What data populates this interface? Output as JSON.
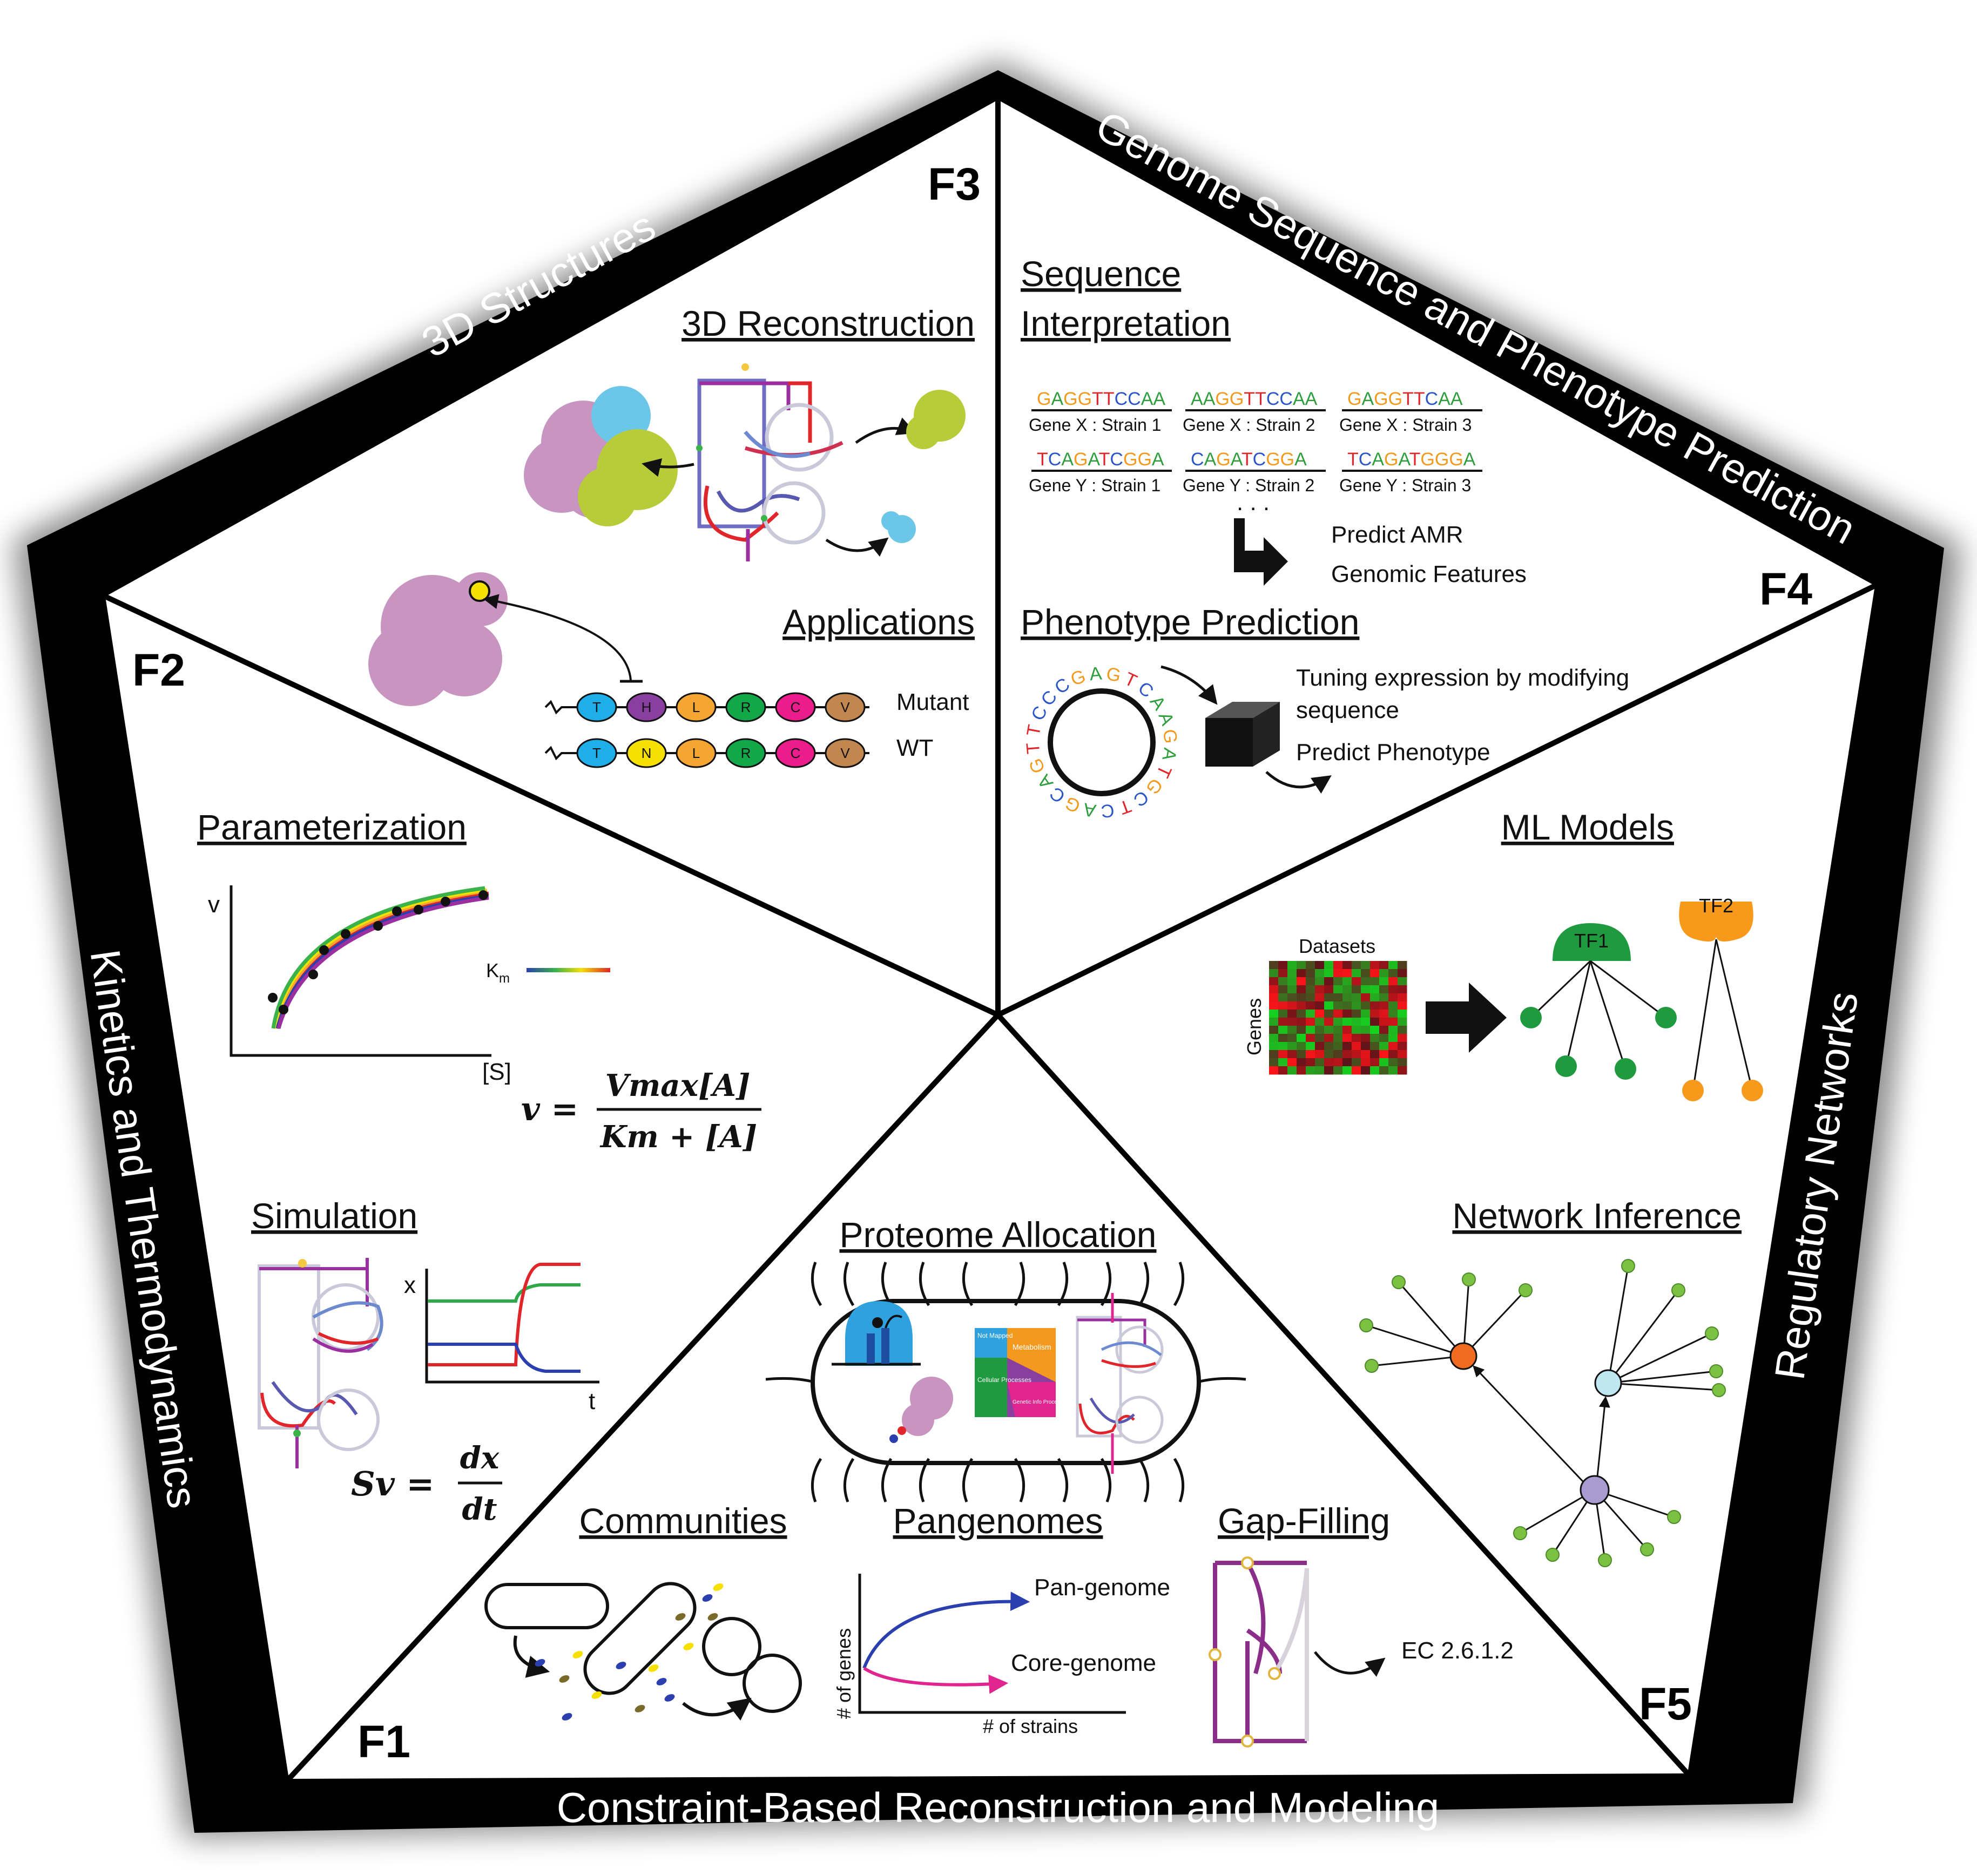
{
  "bands": {
    "top_left": "3D Structures",
    "top_right": "Genome Sequence and Phenotype Prediction",
    "right": "Regulatory Networks",
    "bottom": "Constraint-Based Reconstruction and Modeling",
    "left": "Kinetics and Thermodynamics"
  },
  "fields": {
    "f1": "F1",
    "f2": "F2",
    "f3": "F3",
    "f4": "F4",
    "f5": "F5"
  },
  "f3": {
    "reconstruction_title": "3D Reconstruction",
    "applications_title": "Applications",
    "mutant_label": "Mutant",
    "wt_label": "WT",
    "mutant_residues": [
      "T",
      "H",
      "L",
      "R",
      "C",
      "V"
    ],
    "wt_residues": [
      "T",
      "N",
      "L",
      "R",
      "C",
      "V"
    ]
  },
  "f4": {
    "seq_title_1": "Sequence",
    "seq_title_2": "Interpretation",
    "sequences": [
      {
        "seq": "GAGGTTCCAA",
        "label": "Gene X : Strain 1"
      },
      {
        "seq": "AAGGTTCCAA",
        "label": "Gene X : Strain 2"
      },
      {
        "seq": "GAGGTTCAA",
        "label": "Gene X : Strain 3"
      },
      {
        "seq": "TCAGATCGGA",
        "label": "Gene Y : Strain 1"
      },
      {
        "seq": "CAGATCGGA",
        "label": "Gene Y : Strain 2"
      },
      {
        "seq": "TCAGATGGGA",
        "label": "Gene Y : Strain 3"
      }
    ],
    "ellipsis": ". . .",
    "predict_amr": "Predict AMR",
    "genomic_features": "Genomic Features",
    "phenotype_title": "Phenotype Prediction",
    "circle_seq": "GAGTCAAGATGCTCAGCAGTTCCC",
    "tuning_line1": "Tuning expression by modifying",
    "tuning_line2": "sequence",
    "predict_phenotype": "Predict Phenotype"
  },
  "f5": {
    "ml_title": "ML Models",
    "datasets_label": "Datasets",
    "genes_label": "Genes",
    "tf1": "TF1",
    "tf2": "TF2",
    "inference_title": "Network Inference"
  },
  "f2": {
    "param_title": "Parameterization",
    "v_axis": "v",
    "s_axis": "[S]",
    "km_label": "Km",
    "km_main": "K",
    "km_sub": "m",
    "mm_v": "v =",
    "mm_num": "Vmax[A]",
    "mm_den": "Km + [A]",
    "sim_title": "Simulation",
    "x_axis": "x",
    "t_axis": "t",
    "sv_lhs": "Sv =",
    "sv_num": "dx",
    "sv_den": "dt"
  },
  "f1": {
    "proteome_title": "Proteome Allocation",
    "treemap_labels": [
      "Not Mapped",
      "Metabolism",
      "Cellular Processes",
      "Genetic Info Processing"
    ],
    "communities_title": "Communities",
    "pangenomes_title": "Pangenomes",
    "pan_genome": "Pan-genome",
    "core_genome": "Core-genome",
    "y_label": "# of genes",
    "x_label": "# of strains",
    "gapfilling_title": "Gap-Filling",
    "ec_label": "EC 2.6.1.2"
  },
  "colors": {
    "A": "#2e9e3c",
    "C": "#2b56c8",
    "G": "#f39a1e",
    "T": "#e0262a",
    "tf1": "#1f9a3f",
    "tf2": "#f79a1c",
    "band": "#000000"
  },
  "residue_colors": {
    "T": "#1eaee8",
    "H": "#8a3fa0",
    "N": "#f5e000",
    "L": "#f5a531",
    "R": "#12a84a",
    "C": "#ec1c8c",
    "V": "#c1874e"
  }
}
